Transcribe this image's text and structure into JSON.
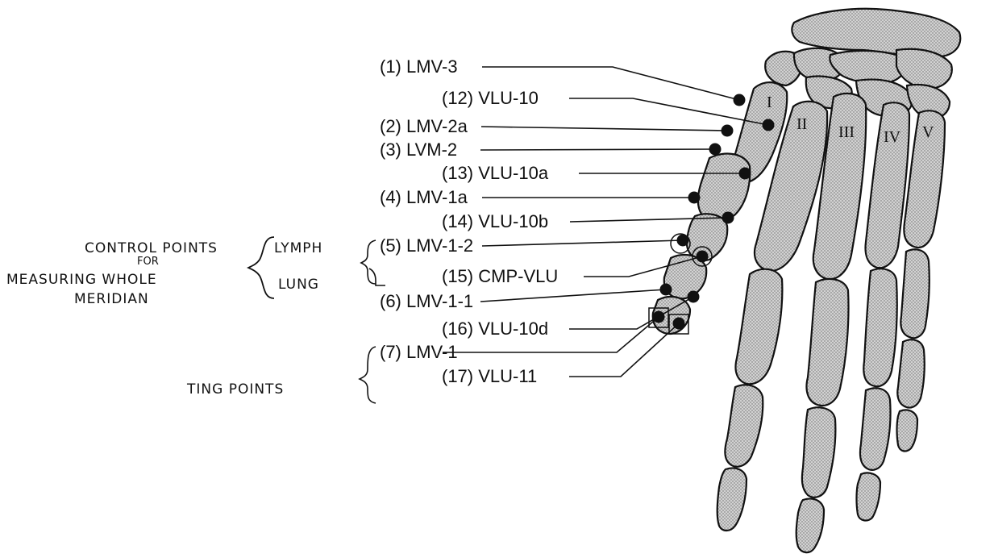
{
  "colors": {
    "ink": "#111111",
    "bone_fill": "#c9c9c9",
    "paper": "#ffffff"
  },
  "labels": {
    "p1": "(1) LMV-3",
    "p12": "(12) VLU-10",
    "p2": "(2) LMV-2a",
    "p3": "(3) LVM-2",
    "p13": "(13) VLU-10a",
    "p4": "(4) LMV-1a",
    "p14": "(14) VLU-10b",
    "p5": "(5) LMV-1-2",
    "p15": "(15) CMP-VLU",
    "p6": "(6) LMV-1-1",
    "p16": "(16) VLU-10d",
    "p7": "(7) LMV-1",
    "p17": "(17) VLU-11"
  },
  "annotations": {
    "control_line1": "CONTROL POINTS",
    "control_line2": "FOR",
    "control_line3": "MEASURING WHOLE",
    "control_line4": "MERIDIAN",
    "lymph": "LYMPH",
    "lung": "LUNG",
    "ting": "TING POINTS"
  },
  "digits": {
    "d1": "I",
    "d2": "II",
    "d3": "III",
    "d4": "IV",
    "d5": "V"
  }
}
